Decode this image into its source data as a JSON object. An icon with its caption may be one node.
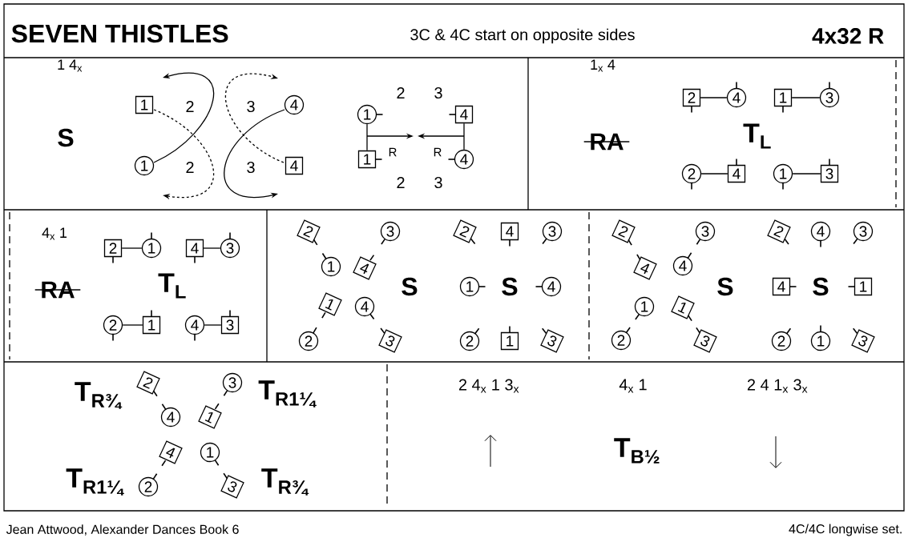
{
  "diagram": {
    "title": "SEVEN THISTLES",
    "nodes": [
      {
        "text": [
          "1"
        ]
      },
      {
        "text": [
          "4"
        ]
      },
      {
        "text": [
          "1"
        ]
      },
      {
        "text": [
          "4"
        ]
      },
      {
        "text": [
          "1"
        ]
      },
      {
        "text": [
          "4"
        ]
      },
      {
        "text": [
          "1"
        ]
      },
      {
        "text": [
          "4"
        ]
      },
      {
        "text": [
          "2"
        ]
      },
      {
        "text": [
          "4"
        ]
      },
      {
        "text": [
          "1"
        ]
      },
      {
        "text": [
          "3"
        ]
      },
      {
        "text": [
          "2"
        ]
      },
      {
        "text": [
          "4"
        ]
      },
      {
        "text": [
          "1"
        ]
      },
      {
        "text": [
          "3"
        ]
      },
      {
        "text": [
          "2"
        ]
      },
      {
        "text": [
          "1"
        ]
      },
      {
        "text": [
          "4"
        ]
      },
      {
        "text": [
          "3"
        ]
      },
      {
        "text": [
          "2"
        ]
      },
      {
        "text": [
          "1"
        ]
      },
      {
        "text": [
          "4"
        ]
      },
      {
        "text": [
          "3"
        ]
      },
      {
        "text": [
          "2"
        ]
      },
      {
        "text": [
          "3"
        ]
      },
      {
        "text": [
          "1"
        ]
      },
      {
        "text": [
          "4"
        ]
      },
      {
        "text": [
          "1"
        ]
      },
      {
        "text": [
          "4"
        ]
      },
      {
        "text": [
          "2"
        ]
      },
      {
        "text": [
          "3"
        ]
      },
      {
        "text": [
          "2"
        ]
      },
      {
        "text": [
          "4"
        ]
      },
      {
        "text": [
          "3"
        ]
      },
      {
        "text": [
          "1"
        ]
      },
      {
        "text": [
          "4"
        ]
      },
      {
        "text": [
          "2"
        ]
      },
      {
        "text": [
          "1"
        ]
      },
      {
        "text": [
          "3"
        ]
      },
      {
        "text": [
          "2"
        ]
      },
      {
        "text": [
          "3"
        ]
      },
      {
        "text": [
          "4"
        ]
      },
      {
        "text": [
          "4"
        ]
      },
      {
        "text": [
          "1"
        ]
      },
      {
        "text": [
          "1"
        ]
      },
      {
        "text": [
          "2"
        ]
      },
      {
        "text": [
          "3"
        ]
      },
      {
        "text": [
          "2"
        ]
      },
      {
        "text": [
          "4"
        ]
      },
      {
        "text": [
          "3"
        ]
      },
      {
        "text": [
          "4"
        ]
      },
      {
        "text": [
          "1"
        ]
      },
      {
        "text": [
          "2"
        ]
      },
      {
        "text": [
          "1"
        ]
      },
      {
        "text": [
          "3"
        ]
      },
      {
        "text": [
          "2"
        ]
      },
      {
        "text": [
          "3"
        ]
      },
      {
        "text": [
          "4"
        ]
      },
      {
        "text": [
          "1"
        ]
      },
      {
        "text": [
          "4"
        ]
      },
      {
        "text": [
          "1"
        ]
      },
      {
        "text": [
          "2"
        ]
      },
      {
        "text": [
          "3"
        ]
      }
    ],
    "edges": [
      {
        "from": 4,
        "to": 6,
        "arrow": "none"
      },
      {
        "from": 5,
        "to": 7,
        "arrow": "none"
      },
      {
        "from": 8,
        "to": 9,
        "arrow": "none"
      },
      {
        "from": 10,
        "to": 11,
        "arrow": "none"
      },
      {
        "from": 12,
        "to": 13,
        "arrow": "none"
      },
      {
        "from": 14,
        "to": 15,
        "arrow": "none"
      },
      {
        "from": 16,
        "to": 17,
        "arrow": "none"
      },
      {
        "from": 18,
        "to": 19,
        "arrow": "none"
      },
      {
        "from": 20,
        "to": 21,
        "arrow": "none"
      },
      {
        "from": 22,
        "to": 23,
        "arrow": "none"
      }
    ],
    "labels": [
      "3C & 4C start on opposite sides",
      "4x32 R",
      "1 4$_{x}$",
      "S",
      "2",
      "3",
      "2",
      "3",
      "2",
      "3",
      "R",
      "R",
      "2",
      "3",
      "1$_{x}$ 4",
      "RA",
      "T$_{L}$",
      "4$_{x}$ 1",
      "RA",
      "T$_{L}$",
      "S",
      "S",
      "S",
      "S",
      "T$_{R¾}$",
      "T$_{R1¼}$",
      "T$_{R1¼}$",
      "T$_{R¾}$",
      "2 4$_{x}$ 1 3$_{x}$",
      "4$_{x}$ 1",
      "2 4 1$_{x}$ 3$_{x}$",
      "T$_{B½}$",
      "Jean Attwood, Alexander Dances Book 6",
      "4C/4C longwise set."
    ]
  }
}
